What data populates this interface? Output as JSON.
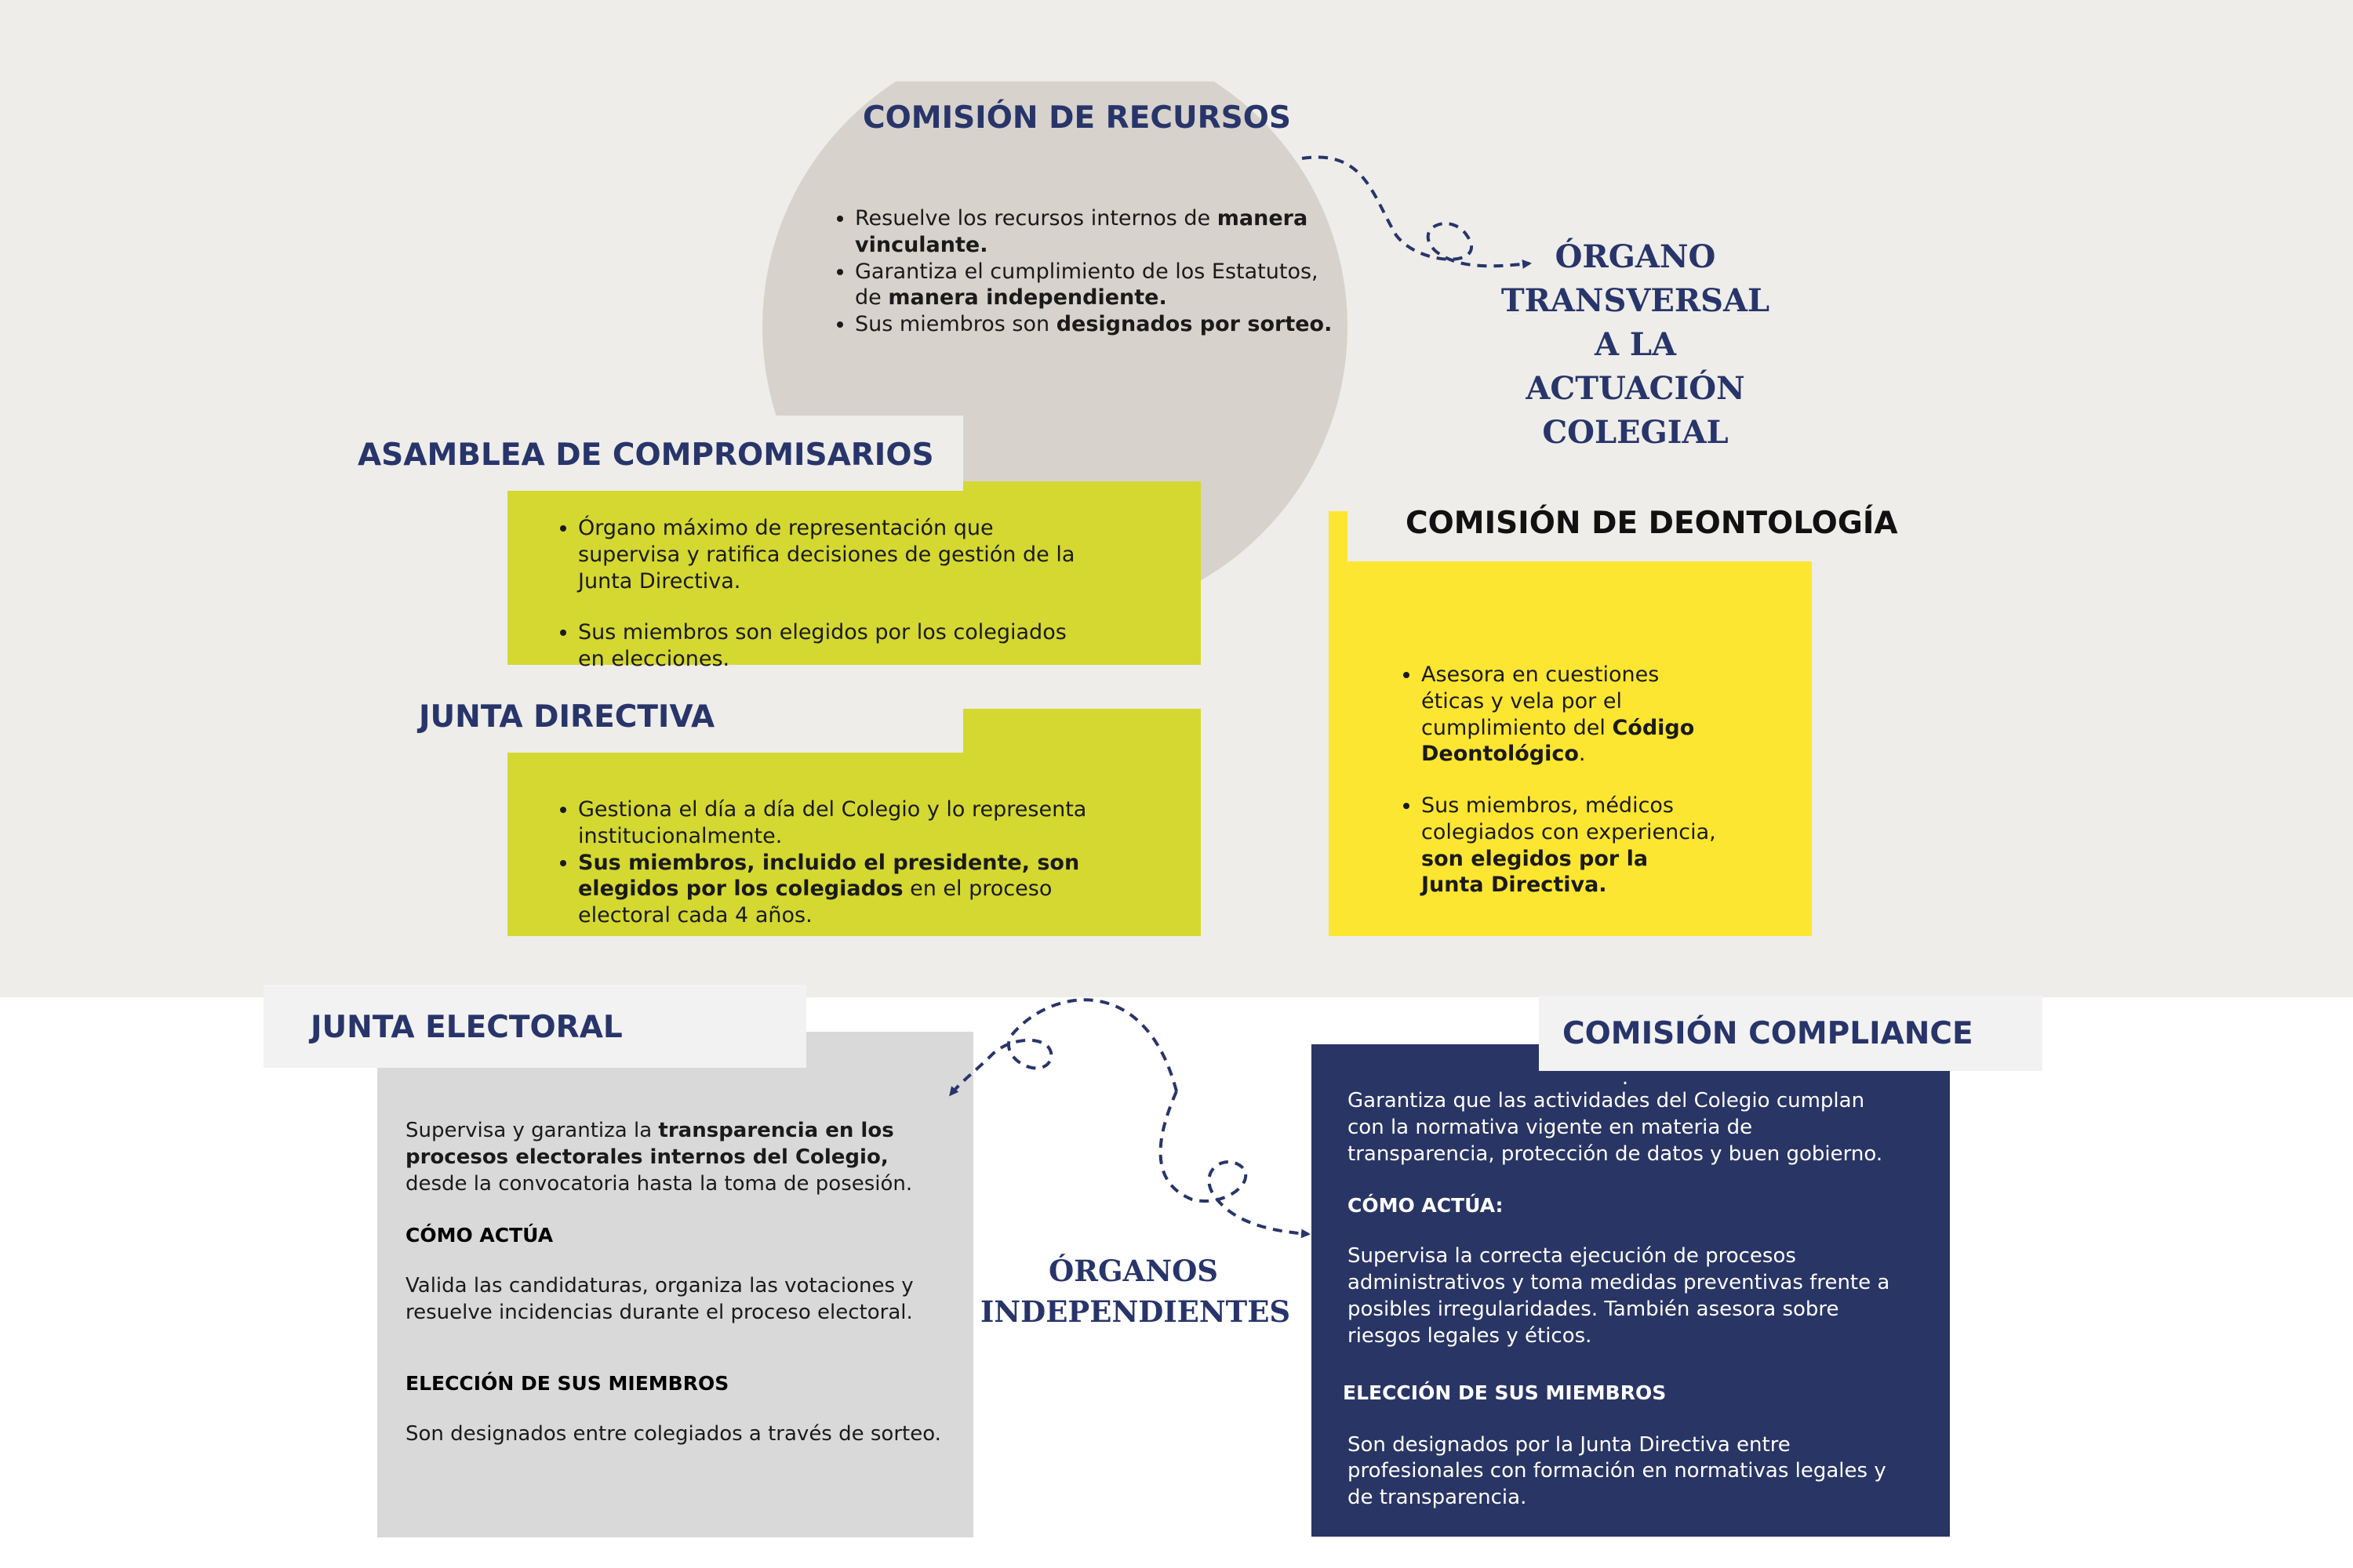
{
  "colors": {
    "navy": "#28356a",
    "green": "#d4d831",
    "yellow": "#fde631",
    "grey": "#d9d9d9",
    "circle": "#d7d2cc",
    "background": "#eeedea"
  },
  "recursos": {
    "title": "COMISIÓN DE RECURSOS",
    "b1_a": " Resuelve los recursos internos de ",
    "b1_b": "manera vinculante.",
    "b2_a": " Garantiza el cumplimiento de los Estatutos, de ",
    "b2_b": "manera independiente.",
    "b3_a": "Sus miembros son ",
    "b3_b": "designados por sorteo."
  },
  "transversal": "ÓRGANO TRANSVERSAL A LA ACTUACIÓN COLEGIAL",
  "asamblea": {
    "title": "ASAMBLEA DE COMPROMISARIOS",
    "b1": "Órgano máximo de representación que supervisa y ratifica decisiones de gestión de la Junta Directiva.",
    "b2": "Sus miembros son elegidos por los colegiados en elecciones."
  },
  "junta_directiva": {
    "title": "JUNTA DIRECTIVA",
    "b1": "Gestiona el día a día del Colegio y lo representa institucionalmente.",
    "b2_a": "Sus miembros, incluido el presidente, son elegidos por los colegiados",
    "b2_b": " en el proceso electoral cada 4 años."
  },
  "deontologia": {
    "title": "COMISIÓN DE DEONTOLOGÍA",
    "b1_a": "Asesora en cuestiones éticas y vela por el cumplimiento del ",
    "b1_b": "Código Deontológico",
    "b1_c": ".",
    "b2_a": "Sus miembros, médicos colegiados con experiencia, ",
    "b2_b": "son elegidos por la Junta Directiva."
  },
  "junta_electoral": {
    "title": "JUNTA ELECTORAL",
    "p1_a": "Supervisa y garantiza la ",
    "p1_b": "transparencia en los procesos electorales internos del Colegio,",
    "p1_c": " desde la convocatoria hasta la toma de posesión.",
    "h2": "CÓMO ACTÚA",
    "p2": "Valida las candidaturas, organiza las votaciones y resuelve incidencias durante el proceso electoral.",
    "h3": "ELECCIÓN DE SUS MIEMBROS",
    "p3": "Son designados entre colegiados a través de sorteo."
  },
  "independientes": "ÓRGANOS INDEPENDIENTES",
  "compliance": {
    "title": "COMISIÓN COMPLIANCE",
    "dot": ".",
    "p1": "Garantiza que las actividades del Colegio cumplan con la normativa vigente en materia de transparencia, protección de datos y buen gobierno.",
    "h2": "CÓMO ACTÚA:",
    "p2": "Supervisa la correcta ejecución de procesos administrativos y toma medidas preventivas frente a posibles irregularidades. También asesora sobre riesgos legales y éticos.",
    "h3": "ELECCIÓN DE SUS MIEMBROS",
    "p3": "Son designados por la Junta Directiva entre profesionales con formación en normativas legales y de transparencia."
  }
}
